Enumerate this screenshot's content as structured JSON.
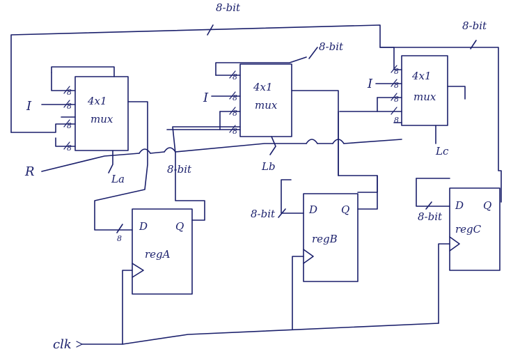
{
  "diagram": {
    "bus_labels": {
      "top": "8-bit",
      "mux_b_top": "8-bit",
      "mux_c_top": "8-bit",
      "to_reg_a": "8-bit",
      "to_reg_b": "8-bit",
      "to_reg_c": "8-bit"
    },
    "width_tick": "8",
    "inputs": {
      "I": "I",
      "R": "R",
      "clk": "clk"
    },
    "muxes": [
      {
        "title": "4x1",
        "subtitle": "mux",
        "select": "La"
      },
      {
        "title": "4x1",
        "subtitle": "mux",
        "select": "Lb"
      },
      {
        "title": "4x1",
        "subtitle": "mux",
        "select": "Lc"
      }
    ],
    "registers": [
      {
        "name": "regA",
        "d": "D",
        "q": "Q"
      },
      {
        "name": "regB",
        "d": "D",
        "q": "Q"
      },
      {
        "name": "regC",
        "d": "D",
        "q": "Q"
      }
    ]
  }
}
